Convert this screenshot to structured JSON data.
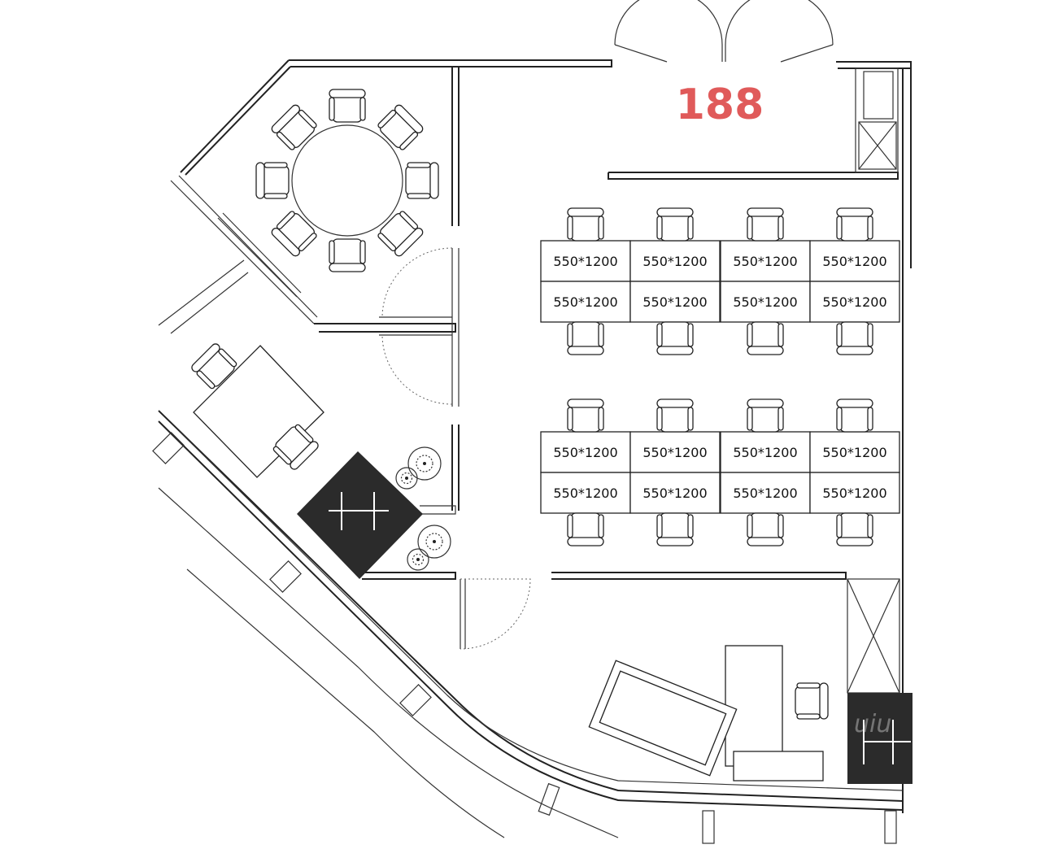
{
  "plan": {
    "room_number": "188",
    "watermark": "uiu",
    "desk_label": "550*1200",
    "colors": {
      "line": "#222222",
      "room_number": "#e05a5a",
      "column_fill": "#2b2b2b",
      "background": "#ffffff"
    },
    "workstation_groups": [
      {
        "name": "upper-cluster",
        "labels": [
          "550*1200",
          "550*1200",
          "550*1200",
          "550*1200",
          "550*1200",
          "550*1200",
          "550*1200",
          "550*1200"
        ]
      },
      {
        "name": "lower-cluster",
        "labels": [
          "550*1200",
          "550*1200",
          "550*1200",
          "550*1200",
          "550*1200",
          "550*1200",
          "550*1200",
          "550*1200"
        ]
      }
    ],
    "icons": [
      "chair-icon",
      "round-table-icon",
      "plant-icon",
      "door-swing-icon",
      "structural-column-icon",
      "elevator-shaft-icon",
      "sofa-icon"
    ]
  }
}
